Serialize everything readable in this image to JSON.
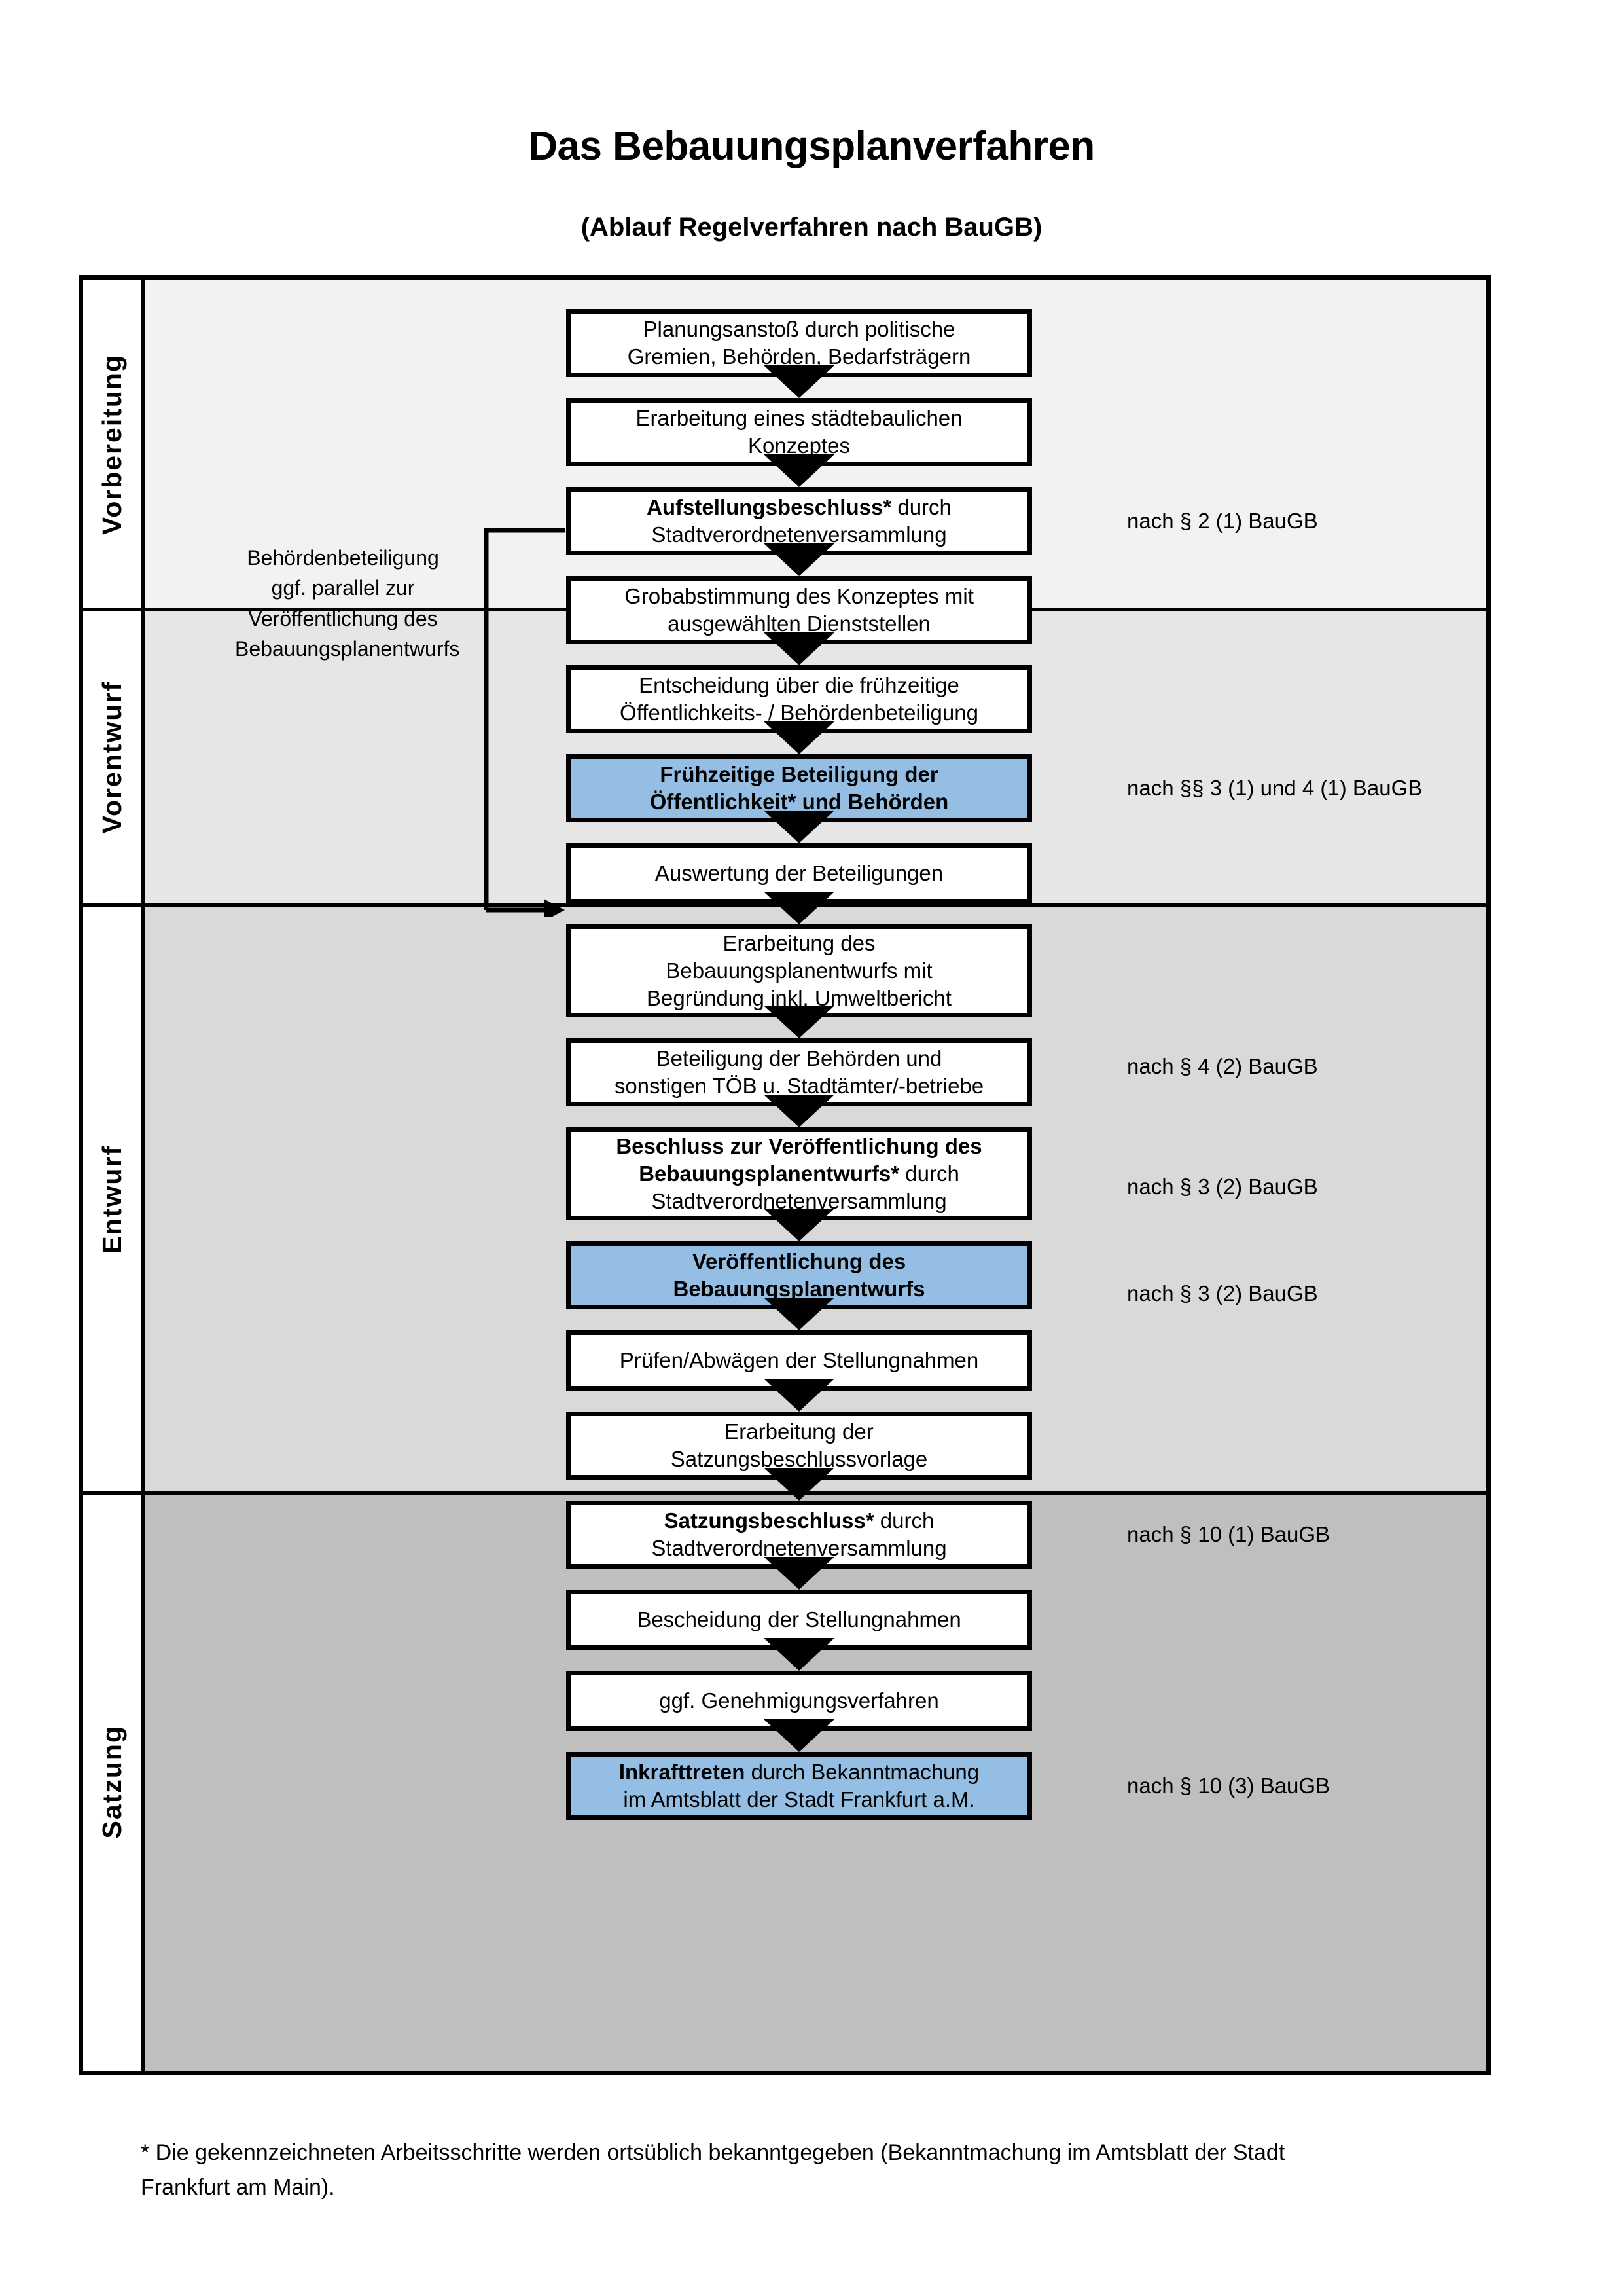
{
  "header": {
    "title": "Das Bebauungsplanverfahren",
    "subtitle": "(Ablauf Regelverfahren nach BauGB)"
  },
  "bands": [
    {
      "label": "Vorbereitung"
    },
    {
      "label": "Vorentwurf"
    },
    {
      "label": "Entwurf"
    },
    {
      "label": "Satzung"
    }
  ],
  "steps": [
    {
      "id": "planungsanstoss",
      "band": "Vorbereitung",
      "highlight": false,
      "lines": [
        {
          "text": "Planungsanstoß durch politische",
          "bold": false
        },
        {
          "text": "Gremien, Behörden, Bedarfsträgern",
          "bold": false
        }
      ]
    },
    {
      "id": "staedtebauliches-konzept",
      "band": "Vorbereitung",
      "highlight": false,
      "lines": [
        {
          "text": "Erarbeitung eines städtebaulichen",
          "bold": false
        },
        {
          "text": "Konzeptes",
          "bold": false
        }
      ]
    },
    {
      "id": "aufstellungsbeschluss",
      "band": "Vorbereitung",
      "highlight": false,
      "lines": [
        {
          "text": "Aufstellungsbeschluss*",
          "bold": true,
          "suffix": " durch"
        },
        {
          "text": "Stadtverordnetenversammlung",
          "bold": false
        }
      ]
    },
    {
      "id": "grobabstimmung",
      "band": "Vorentwurf",
      "highlight": false,
      "lines": [
        {
          "text": "Grobabstimmung des Konzeptes mit",
          "bold": false
        },
        {
          "text": "ausgewählten Dienststellen",
          "bold": false
        }
      ]
    },
    {
      "id": "entscheidung-fruehzeitige-beteiligung",
      "band": "Vorentwurf",
      "highlight": false,
      "lines": [
        {
          "text": "Entscheidung über die frühzeitige",
          "bold": false
        },
        {
          "text": "Öffentlichkeits- / Behördenbeteiligung",
          "bold": false
        }
      ]
    },
    {
      "id": "fruehzeitige-beteiligung",
      "band": "Vorentwurf",
      "highlight": true,
      "lines": [
        {
          "text": "Frühzeitige Beteiligung der",
          "bold": true
        },
        {
          "text": "Öffentlichkeit* und Behörden",
          "bold": true
        }
      ]
    },
    {
      "id": "auswertung-beteiligungen",
      "band": "Entwurf",
      "highlight": false,
      "lines": [
        {
          "text": "Auswertung der Beteiligungen",
          "bold": false
        }
      ]
    },
    {
      "id": "erarbeitung-bebauungsplanentwurf",
      "band": "Entwurf",
      "highlight": false,
      "lines": [
        {
          "text": "Erarbeitung des",
          "bold": false
        },
        {
          "text": "Bebauungsplanentwurfs mit",
          "bold": false
        },
        {
          "text": "Begründung inkl. Umweltbericht",
          "bold": false
        }
      ]
    },
    {
      "id": "beteiligung-behoerden-toeb",
      "band": "Entwurf",
      "highlight": false,
      "lines": [
        {
          "text": "Beteiligung der Behörden und",
          "bold": false
        },
        {
          "text": "sonstigen TÖB u. Stadtämter/-betriebe",
          "bold": false
        }
      ]
    },
    {
      "id": "beschluss-veroeffentlichung",
      "band": "Entwurf",
      "highlight": false,
      "lines": [
        {
          "text": "Beschluss zur Veröffentlichung des",
          "bold": true
        },
        {
          "text": "Bebauungsplanentwurfs*",
          "bold": true,
          "suffix": " durch"
        },
        {
          "text": "Stadtverordnetenversammlung",
          "bold": false
        }
      ]
    },
    {
      "id": "veroeffentlichung-entwurf",
      "band": "Entwurf",
      "highlight": true,
      "lines": [
        {
          "text": "Veröffentlichung des",
          "bold": true
        },
        {
          "text": "Bebauungsplanentwurfs",
          "bold": true
        }
      ]
    },
    {
      "id": "pruefen-abwaegen",
      "band": "Satzung",
      "highlight": false,
      "lines": [
        {
          "text": "Prüfen/Abwägen der Stellungnahmen",
          "bold": false
        }
      ]
    },
    {
      "id": "erarbeitung-satzungsbeschlussvorlage",
      "band": "Satzung",
      "highlight": false,
      "lines": [
        {
          "text": "Erarbeitung der",
          "bold": false
        },
        {
          "text": "Satzungsbeschlussvorlage",
          "bold": false
        }
      ]
    },
    {
      "id": "satzungsbeschluss",
      "band": "Satzung",
      "highlight": false,
      "lines": [
        {
          "text": "Satzungsbeschluss*",
          "bold": true,
          "suffix": " durch"
        },
        {
          "text": "Stadtverordnetenversammlung",
          "bold": false
        }
      ]
    },
    {
      "id": "bescheidung-stellungnahmen",
      "band": "Satzung",
      "highlight": false,
      "lines": [
        {
          "text": "Bescheidung der Stellungnahmen",
          "bold": false
        }
      ]
    },
    {
      "id": "genehmigungsverfahren",
      "band": "Satzung",
      "highlight": false,
      "lines": [
        {
          "text": "ggf. Genehmigungsverfahren",
          "bold": false
        }
      ]
    },
    {
      "id": "inkrafttreten",
      "band": "Satzung",
      "highlight": true,
      "lines": [
        {
          "text": "Inkrafttreten",
          "bold": true,
          "suffix": " durch Bekanntmachung"
        },
        {
          "text": "im Amtsblatt der Stadt Frankfurt a.M.",
          "bold": false
        }
      ]
    }
  ],
  "notes": [
    {
      "id": "note-par2-1",
      "text": "nach § 2 (1) BauGB"
    },
    {
      "id": "note-par3-4-1",
      "text": "nach §§ 3 (1) und 4 (1) BauGB"
    },
    {
      "id": "note-par4-2",
      "text": "nach § 4 (2) BauGB"
    },
    {
      "id": "note-par3-2a",
      "text": "nach § 3 (2) BauGB"
    },
    {
      "id": "note-par3-2b",
      "text": "nach § 3 (2) BauGB"
    },
    {
      "id": "note-par10-1",
      "text": "nach § 10 (1) BauGB"
    },
    {
      "id": "note-par10-3",
      "text": "nach § 10 (3) BauGB"
    }
  ],
  "sidenote": {
    "lines": [
      "Behördenbeteiligung",
      "ggf. parallel zur",
      "Veröffentlichung des",
      "Bebauungsplanentwurfs"
    ]
  },
  "footnote": {
    "line1": "* Die gekennzeichneten Arbeitsschritte werden ortsüblich bekanntgegeben (Bekanntmachung im Amtsblatt  der Stadt",
    "line2": "Frankfurt am Main)."
  },
  "colors": {
    "highlight_fill": "#95BEE4",
    "band1_bg": "#F2F2F2",
    "band2_bg": "#E6E6E6",
    "band3_bg": "#D9D9D9",
    "band4_bg": "#BFBFBF",
    "stroke": "#000000"
  }
}
